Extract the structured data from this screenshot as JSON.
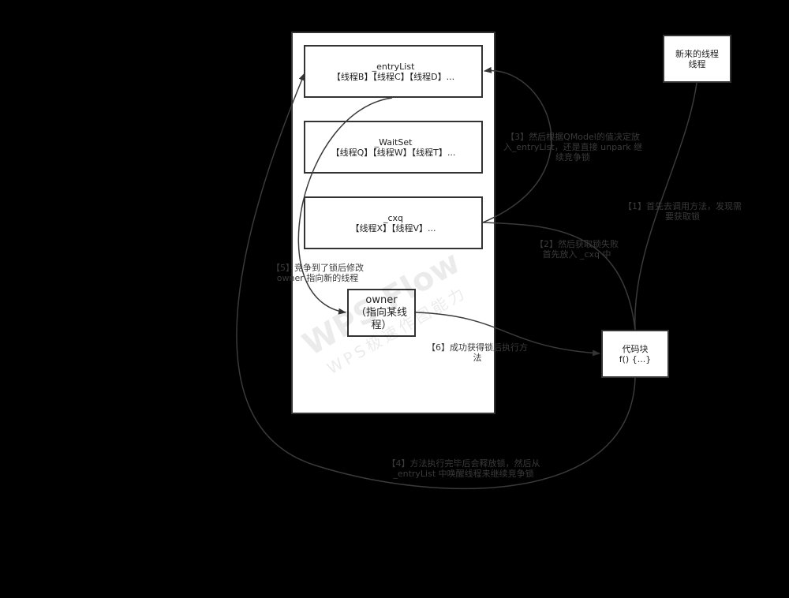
{
  "container": {},
  "nodes": {
    "entryList": {
      "title": "_entryList",
      "items": "【线程B】【线程C】【线程D】..."
    },
    "waitSet": {
      "title": "_WaitSet",
      "items": "【线程Q】【线程W】【线程T】..."
    },
    "cxq": {
      "title": "_cxq",
      "items": "【线程X】【线程V】..."
    },
    "owner": {
      "title": "owner",
      "items": "（指向某线程）"
    },
    "newThread": {
      "title": "新来的线程",
      "items": "线程"
    },
    "codeBlock": {
      "title": "代码块",
      "items": "f() {...}"
    }
  },
  "labels": {
    "step1": "【1】首先去调用方法，发现需要获取锁",
    "step2": "【2】然后获取锁失败 首先放入 _cxq 中",
    "step3": "【3】然后根据QModel的值决定放入_entryList，还是直接 unpark 继续竞争锁",
    "step4": "【4】方法执行完毕后会释放锁，然后从 _entryList 中唤醒线程来继续竞争锁",
    "step5": "【5】竞争到了锁后修改 owner 指向新的线程",
    "step6": "【6】成功获得锁后执行方法"
  },
  "watermark": {
    "main": "WPS Flow",
    "sub": "WPS极速作图能力"
  }
}
